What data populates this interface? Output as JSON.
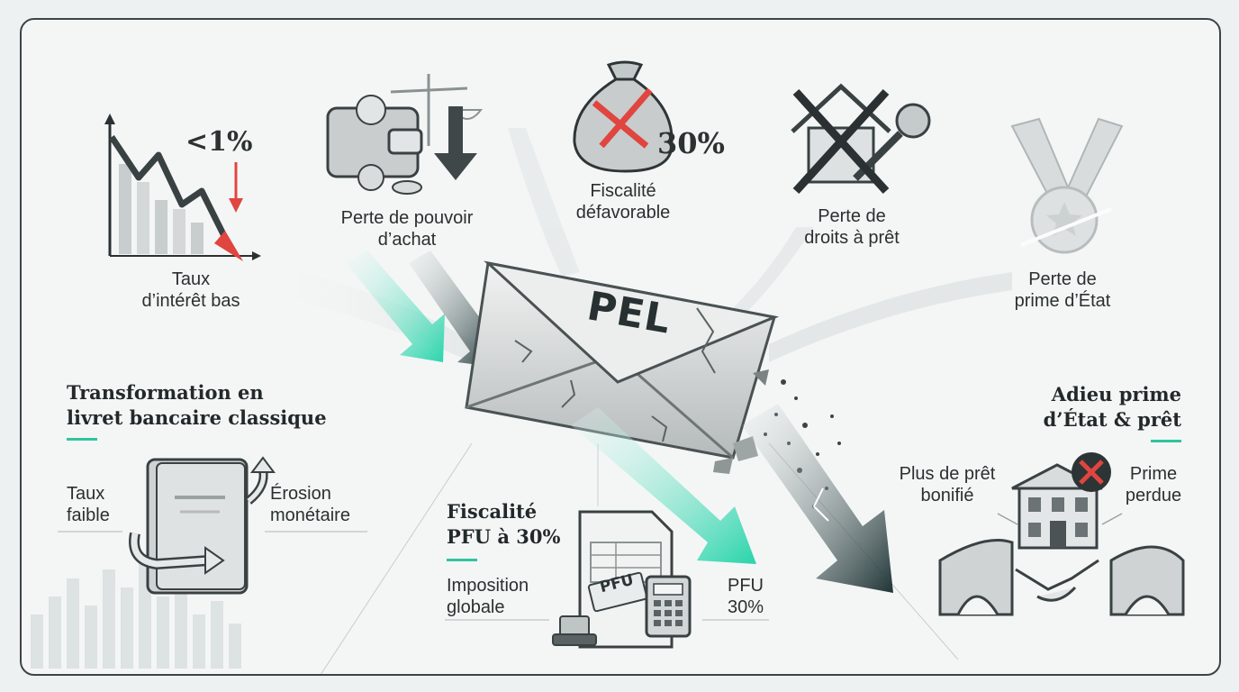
{
  "top": {
    "rate": {
      "value": "<1%",
      "label_1": "Taux",
      "label_2": "d’intérêt bas"
    },
    "purchasing": {
      "label_1": "Perte de pouvoir",
      "label_2": "d’achat"
    },
    "tax": {
      "value": "30%",
      "label_1": "Fiscalité",
      "label_2": "défavorable"
    },
    "loan_rights": {
      "label_1": "Perte de",
      "label_2": "droits à prêt"
    },
    "state_premium": {
      "label_1": "Perte de",
      "label_2": "prime d’État"
    }
  },
  "center": {
    "title": "PEL"
  },
  "left_section": {
    "heading_1": "Transformation en",
    "heading_2": "livret bancaire classique",
    "left_1": "Taux",
    "left_2": "faible",
    "right_1": "Érosion",
    "right_2": "monétaire"
  },
  "middle_section": {
    "heading_1": "Fiscalité",
    "heading_2": "PFU à 30%",
    "left_1": "Imposition",
    "left_2": "globale",
    "right_1": "PFU",
    "right_2": "30%",
    "stamp": "PFU"
  },
  "right_section": {
    "heading_1": "Adieu prime",
    "heading_2": "d’État & prêt",
    "left_1": "Plus de prêt",
    "left_2": "bonifié",
    "right_1": "Prime",
    "right_2": "perdue"
  },
  "colors": {
    "accent": "#2fc4a0",
    "dark": "#243a3c",
    "alert": "#e0453f"
  }
}
